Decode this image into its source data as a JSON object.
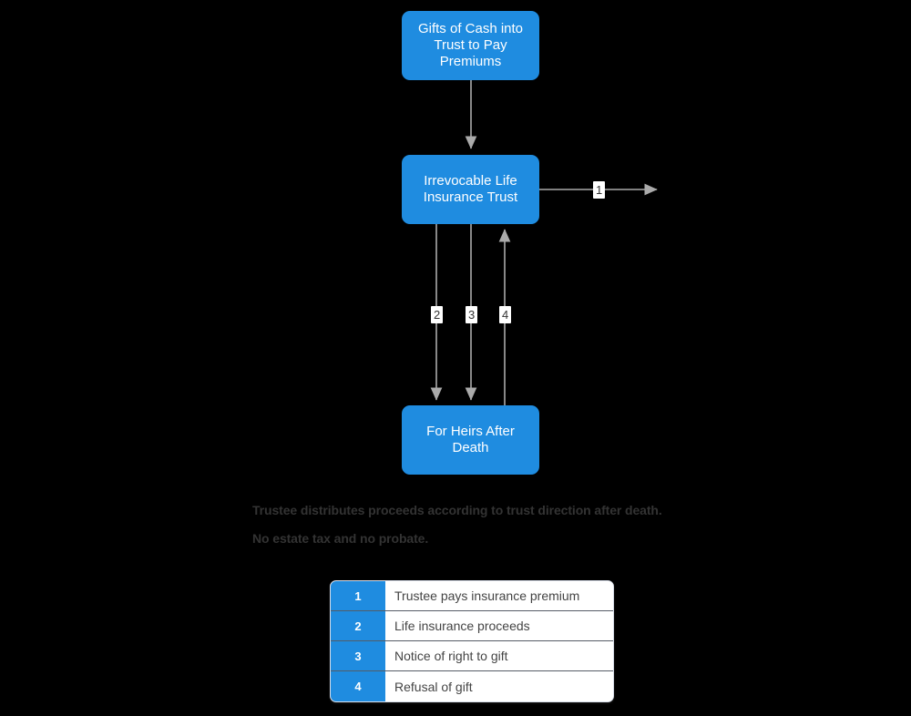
{
  "diagram": {
    "type": "flowchart",
    "background_color": "#000000",
    "node_color": "#1f8ce0",
    "node_text_color": "#ffffff",
    "edge_color": "#aaaaaa",
    "nodes": [
      {
        "id": "gifts",
        "label": "Gifts of Cash into Trust to Pay Premiums"
      },
      {
        "id": "trust",
        "label": "Irrevocable Life Insurance Trust"
      },
      {
        "id": "heirs",
        "label": "For Heirs After Death"
      }
    ],
    "edges": [
      {
        "from": "gifts",
        "to": "trust",
        "label": ""
      },
      {
        "from": "trust",
        "to": "external",
        "label": "1"
      },
      {
        "from": "trust",
        "to": "heirs",
        "label": "2"
      },
      {
        "from": "trust",
        "to": "heirs",
        "label": "3"
      },
      {
        "from": "heirs",
        "to": "trust",
        "label": "4"
      }
    ],
    "edge_labels": {
      "one": "1",
      "two": "2",
      "three": "3",
      "four": "4"
    },
    "notes": [
      "Trustee distributes proceeds according to trust direction after death.",
      "No estate tax and no probate."
    ],
    "legend": {
      "rows": [
        {
          "key": "1",
          "desc": "Trustee pays insurance premium"
        },
        {
          "key": "2",
          "desc": "Life insurance proceeds"
        },
        {
          "key": "3",
          "desc": "Notice of right to gift"
        },
        {
          "key": "4",
          "desc": "Refusal of gift"
        }
      ]
    }
  }
}
